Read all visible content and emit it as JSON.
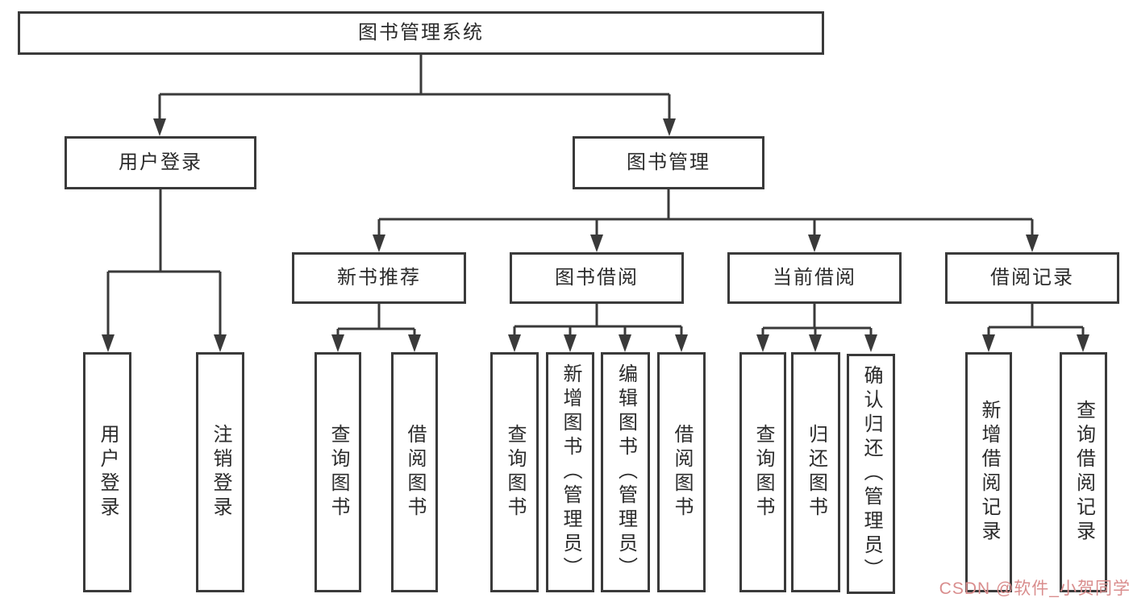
{
  "nodes": {
    "root": "图书管理系统",
    "user_login": "用户登录",
    "book_mgmt": "图书管理",
    "new_book": "新书推荐",
    "borrow": "图书借阅",
    "current": "当前借阅",
    "record": "借阅记录",
    "leaf_user_login": "用户登录",
    "leaf_logout": "注销登录",
    "leaf_query_book_1": "查询图书",
    "leaf_borrow_book_1": "借阅图书",
    "leaf_query_book_2": "查询图书",
    "leaf_add_book_admin": "新增图书（管理员）",
    "leaf_edit_book_admin": "编辑图书（管理员）",
    "leaf_borrow_book_2": "借阅图书",
    "leaf_query_book_3": "查询图书",
    "leaf_return_book": "归还图书",
    "leaf_confirm_return_admin": "确认归还（管理员）",
    "leaf_add_borrow_record": "新增借阅记录",
    "leaf_query_borrow_record": "查询借阅记录"
  },
  "watermark": {
    "text": "CSDN @软件_小贺同学",
    "color": "#d98d8d"
  },
  "colors": {
    "line": "#3a3a3a",
    "text": "#2b2b2b",
    "background": "#ffffff"
  }
}
